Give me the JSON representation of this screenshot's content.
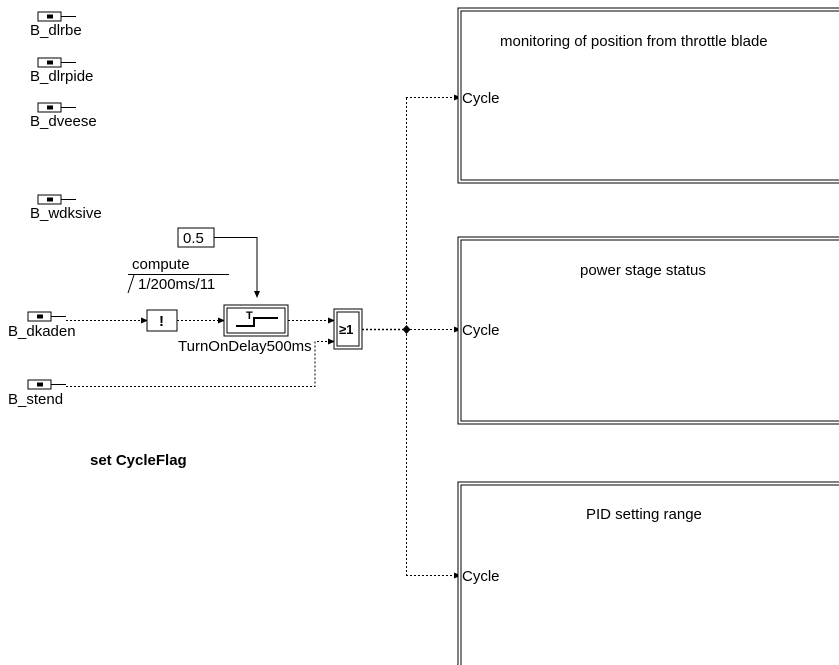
{
  "inputs": {
    "b_dlrbe": "B_dlrbe",
    "b_dlrpide": "B_dlrpide",
    "b_dveese": "B_dveese",
    "b_wdksive": "B_wdksive",
    "b_dkaden": "B_dkaden",
    "b_stend": "B_stend"
  },
  "constant": "0.5",
  "compute": {
    "label": "compute",
    "rate": "1/200ms/11"
  },
  "not_symbol": "!",
  "or_symbol": "≥1",
  "delay_symbol": "T",
  "delay_name": "TurnOnDelay500ms",
  "caption": "set CycleFlag",
  "subsystems": [
    {
      "title": "monitoring of position from throttle blade",
      "port": "Cycle"
    },
    {
      "title": "power stage status",
      "port": "Cycle"
    },
    {
      "title": "PID setting range",
      "port": "Cycle"
    }
  ]
}
